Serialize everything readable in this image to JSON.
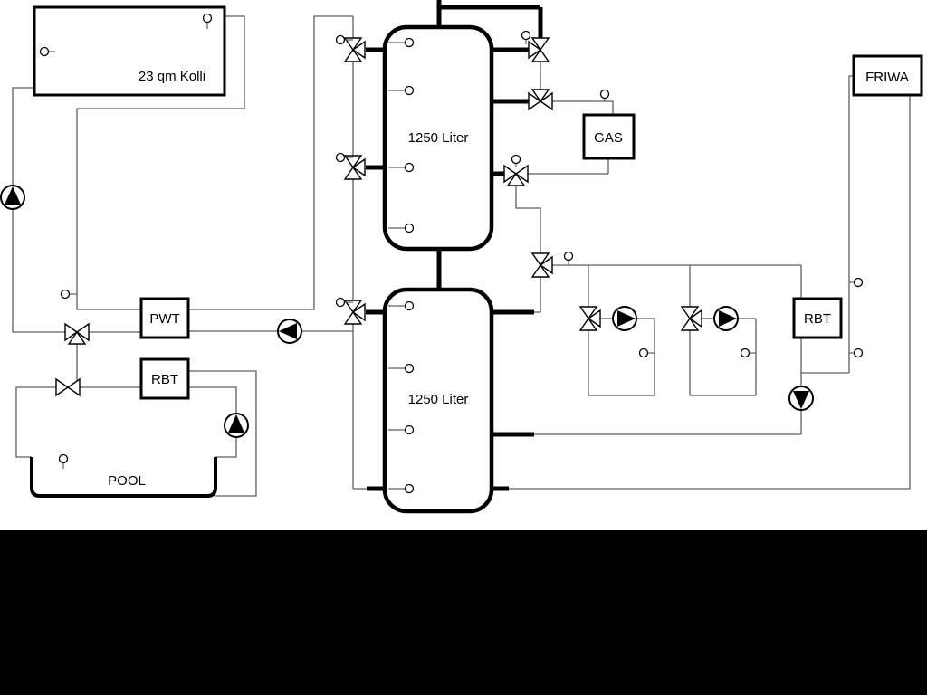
{
  "labels": {
    "collector": "23 qm Kolli",
    "tank_upper": "1250 Liter",
    "tank_lower": "1250 Liter",
    "gas": "GAS",
    "friwa": "FRIWA",
    "pwt": "PWT",
    "rbt_left": "RBT",
    "rbt_right": "RBT",
    "pool": "POOL"
  },
  "colors": {
    "background": "#ffffff",
    "thin_line": "#5f5f5f",
    "pipe": "#000000",
    "mask": "#000000"
  }
}
